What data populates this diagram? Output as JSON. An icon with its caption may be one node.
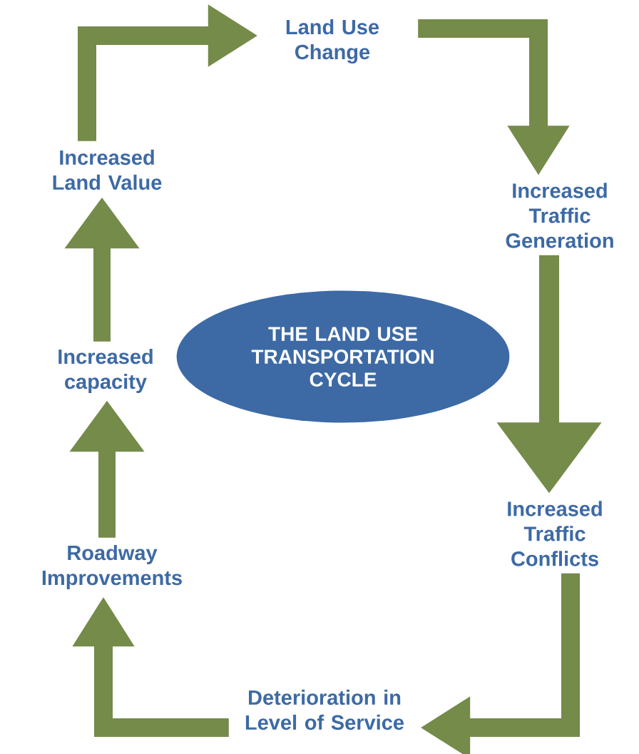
{
  "diagram": {
    "nodes": [
      {
        "text": [
          "THE LAND USE TRANSPORTATION CYCLE"
        ]
      },
      {
        "text": [
          "Land Use Change"
        ]
      },
      {
        "text": [
          "Increased Traffic Generation"
        ]
      },
      {
        "text": [
          "Increased Traffic Conflicts"
        ]
      },
      {
        "text": [
          "Deterioration in Level of Service"
        ]
      },
      {
        "text": [
          "Roadway Improvements"
        ]
      },
      {
        "text": [
          "Increased capacity"
        ]
      },
      {
        "text": [
          "Increased Land Value"
        ]
      }
    ],
    "edges": [
      {
        "from": 1,
        "to": 2,
        "arrow": "to"
      },
      {
        "from": 2,
        "to": 3,
        "arrow": "to"
      },
      {
        "from": 3,
        "to": 4,
        "arrow": "to"
      },
      {
        "from": 4,
        "to": 5,
        "arrow": "to"
      },
      {
        "from": 5,
        "to": 6,
        "arrow": "to"
      },
      {
        "from": 6,
        "to": 7,
        "arrow": "to"
      },
      {
        "from": 7,
        "to": 1,
        "arrow": "to"
      }
    ]
  }
}
